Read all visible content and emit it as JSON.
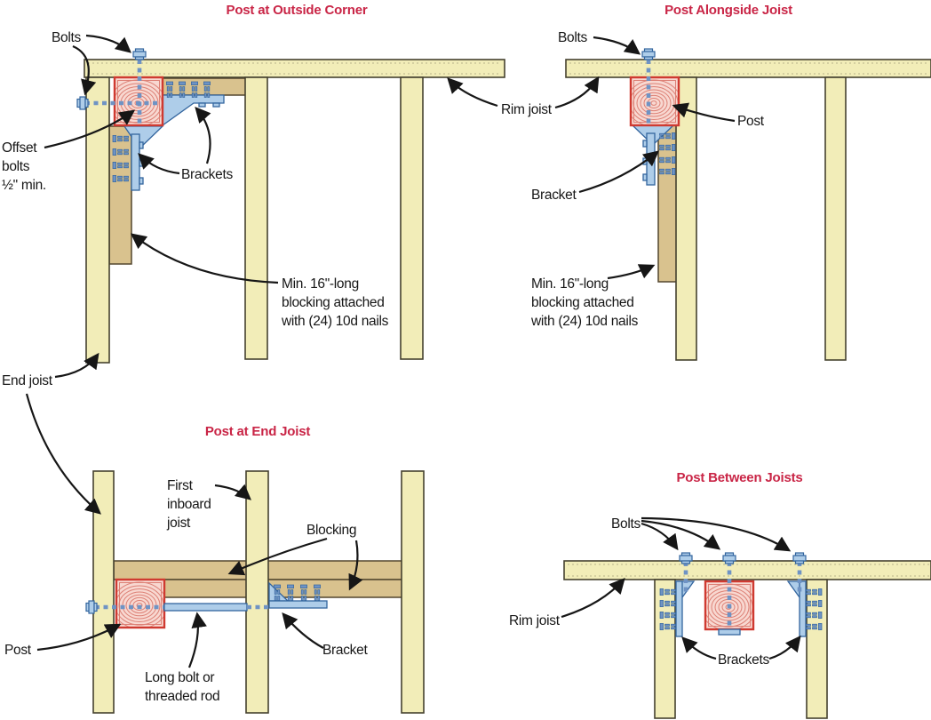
{
  "figure": {
    "description": "Deck post-to-frame attachment details, four construction diagrams"
  },
  "colors": {
    "title_red": "#c92546",
    "joist_yellow": "#f2edb8",
    "blocking_tan": "#d9c28e",
    "post_fill": "#f8d8d1",
    "post_ring": "#dd8176",
    "post_border": "#cf3a31",
    "hardware_blue": "#aecde9",
    "hardware_blue_dark": "#33659e",
    "bolt_dash_blue": "#6f93c4",
    "label_ink": "#161616",
    "outline": "#45412f"
  },
  "shared_labels": {
    "rim_joist": "Rim joist",
    "end_joist": "End joist"
  },
  "panels": {
    "outside_corner": {
      "title": "Post at Outside Corner",
      "labels": {
        "bolts": "Bolts",
        "offset_bolts_lines": [
          "Offset",
          "bolts",
          "½\" min."
        ],
        "brackets": "Brackets",
        "blocking_note_lines": [
          "Min. 16\"-long",
          "blocking attached",
          "with (24) 10d nails"
        ]
      }
    },
    "alongside_joist": {
      "title": "Post Alongside Joist",
      "labels": {
        "bolts": "Bolts",
        "post": "Post",
        "bracket": "Bracket",
        "blocking_note_lines": [
          "Min. 16\"-long",
          "blocking attached",
          "with (24) 10d nails"
        ]
      }
    },
    "end_joist": {
      "title": "Post at End Joist",
      "labels": {
        "first_inboard_lines": [
          "First",
          "inboard",
          "joist"
        ],
        "blocking": "Blocking",
        "post": "Post",
        "long_bolt_lines": [
          "Long bolt or",
          "threaded rod"
        ],
        "bracket": "Bracket"
      }
    },
    "between_joists": {
      "title": "Post Between Joists",
      "labels": {
        "bolts": "Bolts",
        "rim_joist": "Rim joist",
        "brackets": "Brackets"
      }
    }
  }
}
